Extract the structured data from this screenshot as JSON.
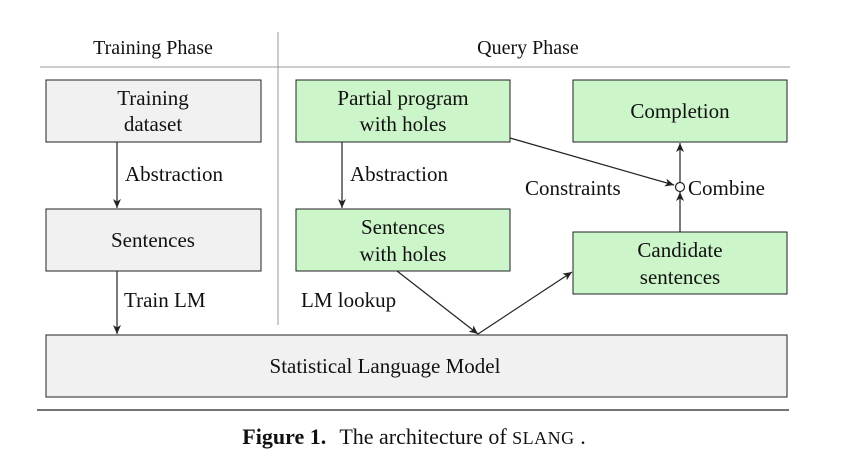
{
  "phases": {
    "training": "Training Phase",
    "query": "Query Phase"
  },
  "boxes": {
    "training_dataset": [
      "Training",
      "dataset"
    ],
    "sentences": "Sentences",
    "partial_program": [
      "Partial program",
      "with holes"
    ],
    "sentences_with_holes": [
      "Sentences",
      "with holes"
    ],
    "completion": "Completion",
    "candidate_sentences": [
      "Candidate",
      "sentences"
    ],
    "language_model": "Statistical Language Model"
  },
  "edges": {
    "abstraction_training": "Abstraction",
    "train_lm": "Train LM",
    "abstraction_query": "Abstraction",
    "lm_lookup": "LM lookup",
    "constraints": "Constraints",
    "combine": "Combine"
  },
  "caption": {
    "label": "Figure 1.",
    "text_prefix": "The architecture of ",
    "system_name": "SLANG",
    "text_suffix": "."
  },
  "colors": {
    "gray_box": "#f1f1f1",
    "green_box": "#ccf5c9"
  }
}
